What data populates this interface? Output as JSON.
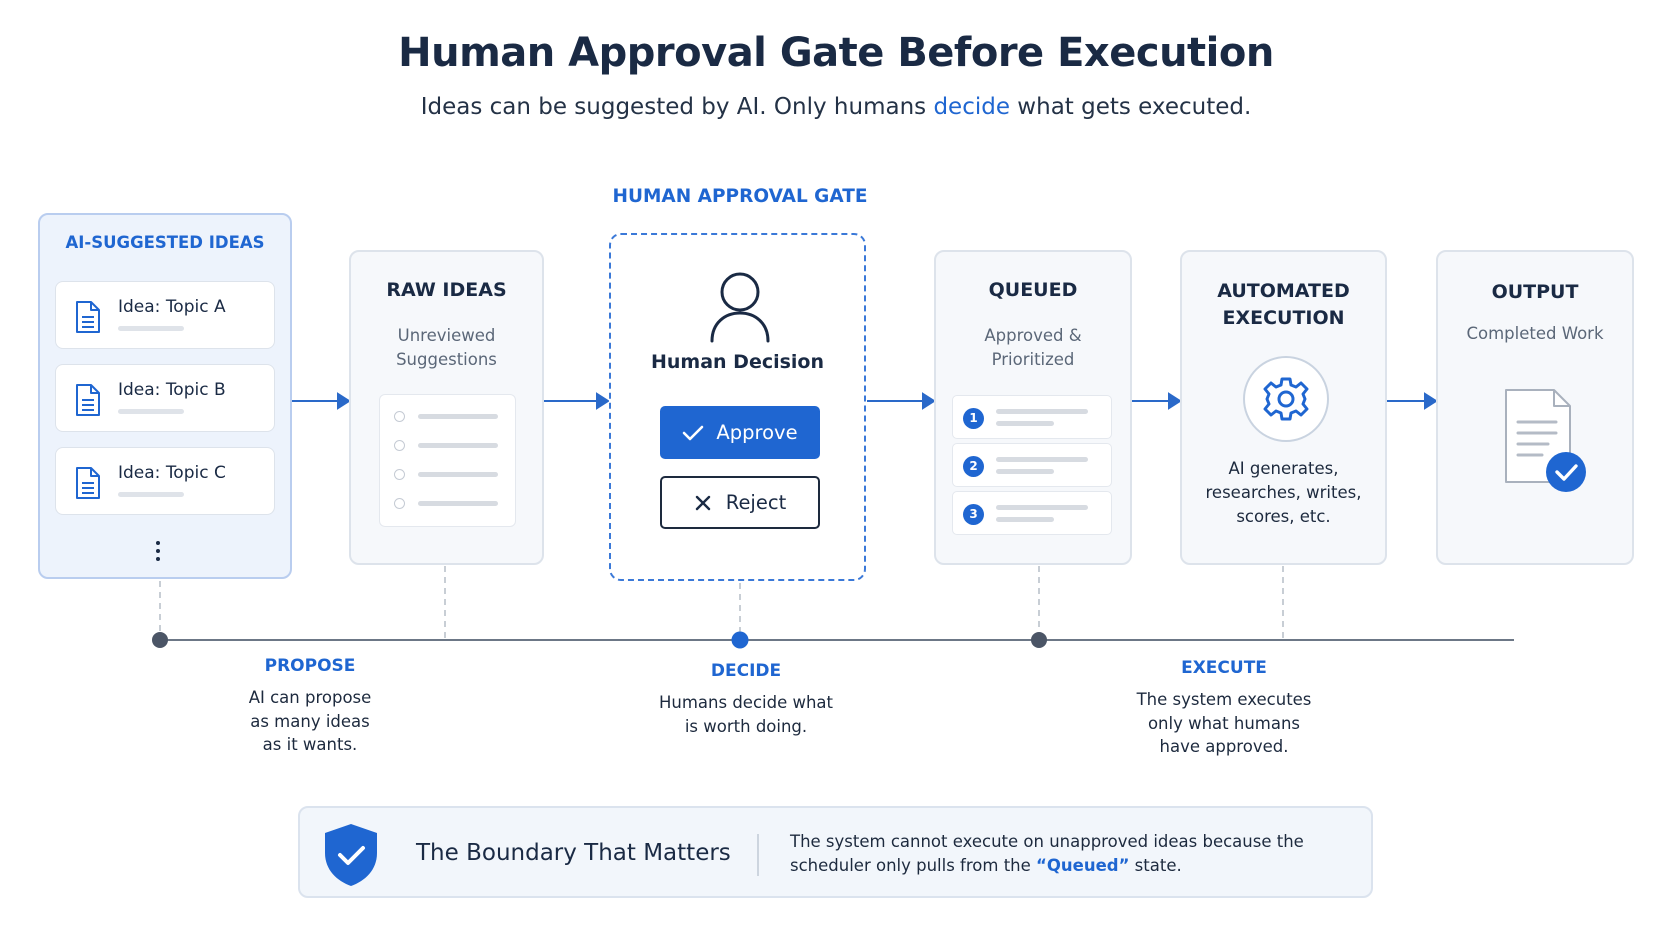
{
  "header": {
    "title": "Human Approval Gate Before Execution",
    "subtitle_before": "Ideas can be suggested by AI. Only humans ",
    "subtitle_highlight": "decide",
    "subtitle_after": " what gets executed."
  },
  "ai_panel": {
    "label": "AI-SUGGESTED IDEAS",
    "ideas": [
      "Idea: Topic A",
      "Idea: Topic B",
      "Idea: Topic C"
    ]
  },
  "raw_ideas": {
    "title": "RAW IDEAS",
    "subtitle_line1": "Unreviewed",
    "subtitle_line2": "Suggestions"
  },
  "gate": {
    "label": "HUMAN APPROVAL GATE",
    "title": "Human Decision",
    "approve_label": "Approve",
    "reject_label": "Reject"
  },
  "queued": {
    "title": "QUEUED",
    "subtitle_line1": "Approved &",
    "subtitle_line2": "Prioritized",
    "items": [
      "1",
      "2",
      "3"
    ]
  },
  "automated": {
    "title_line1": "AUTOMATED",
    "title_line2": "EXECUTION",
    "desc_line1": "AI generates,",
    "desc_line2": "researches, writes,",
    "desc_line3": "scores, etc."
  },
  "output": {
    "title": "OUTPUT",
    "subtitle": "Completed Work"
  },
  "stages": {
    "propose": {
      "title": "PROPOSE",
      "desc": "AI can propose\nas many ideas\nas it wants."
    },
    "decide": {
      "title": "DECIDE",
      "desc": "Humans decide what\nis worth doing."
    },
    "execute": {
      "title": "EXECUTE",
      "desc": "The system executes\nonly what humans\nhave approved."
    }
  },
  "boundary": {
    "title": "The Boundary That Matters",
    "text_line1": "The system cannot execute on unapproved ideas because the",
    "text_line2_before": "scheduler only pulls from the ",
    "text_line2_highlight": "“Queued”",
    "text_line2_after": " state."
  },
  "colors": {
    "accent": "#1f66d1",
    "dark": "#1a2a44",
    "muted": "#5b6778",
    "border": "#dde3eb"
  }
}
